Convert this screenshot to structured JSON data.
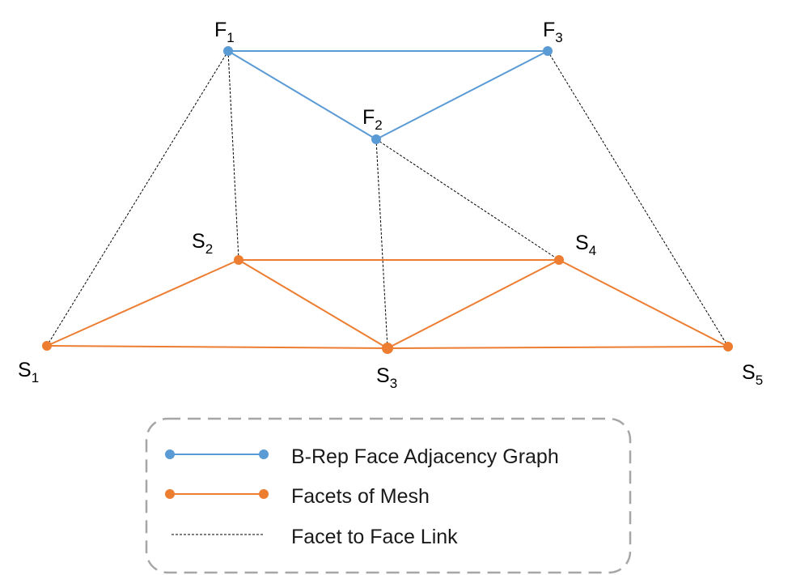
{
  "colors": {
    "face_graph": "#5b9bd5",
    "mesh": "#ed7d31",
    "link": "#000000",
    "legend_border": "#a6a6a6"
  },
  "nodes": [
    {
      "id": "F1",
      "letter": "F",
      "sub": "1",
      "group": "face"
    },
    {
      "id": "F2",
      "letter": "F",
      "sub": "2",
      "group": "face"
    },
    {
      "id": "F3",
      "letter": "F",
      "sub": "3",
      "group": "face"
    },
    {
      "id": "S1",
      "letter": "S",
      "sub": "1",
      "group": "mesh"
    },
    {
      "id": "S2",
      "letter": "S",
      "sub": "2",
      "group": "mesh"
    },
    {
      "id": "S3",
      "letter": "S",
      "sub": "3",
      "group": "mesh"
    },
    {
      "id": "S4",
      "letter": "S",
      "sub": "4",
      "group": "mesh"
    },
    {
      "id": "S5",
      "letter": "S",
      "sub": "5",
      "group": "mesh"
    }
  ],
  "edges": [
    {
      "from": "F1",
      "to": "F3",
      "kind": "face"
    },
    {
      "from": "F1",
      "to": "F2",
      "kind": "face"
    },
    {
      "from": "F2",
      "to": "F3",
      "kind": "face"
    },
    {
      "from": "S1",
      "to": "S2",
      "kind": "mesh"
    },
    {
      "from": "S2",
      "to": "S4",
      "kind": "mesh"
    },
    {
      "from": "S2",
      "to": "S3",
      "kind": "mesh"
    },
    {
      "from": "S3",
      "to": "S4",
      "kind": "mesh"
    },
    {
      "from": "S4",
      "to": "S5",
      "kind": "mesh"
    },
    {
      "from": "S1",
      "to": "S3",
      "kind": "mesh"
    },
    {
      "from": "S3",
      "to": "S5",
      "kind": "mesh"
    },
    {
      "from": "F1",
      "to": "S1",
      "kind": "link"
    },
    {
      "from": "F1",
      "to": "S2",
      "kind": "link"
    },
    {
      "from": "F2",
      "to": "S3",
      "kind": "link"
    },
    {
      "from": "F2",
      "to": "S4",
      "kind": "link"
    },
    {
      "from": "F3",
      "to": "S5",
      "kind": "link"
    }
  ],
  "legend": {
    "face_graph": "B-Rep Face Adjacency Graph",
    "mesh": "Facets of Mesh",
    "link": "Facet to Face Link"
  }
}
